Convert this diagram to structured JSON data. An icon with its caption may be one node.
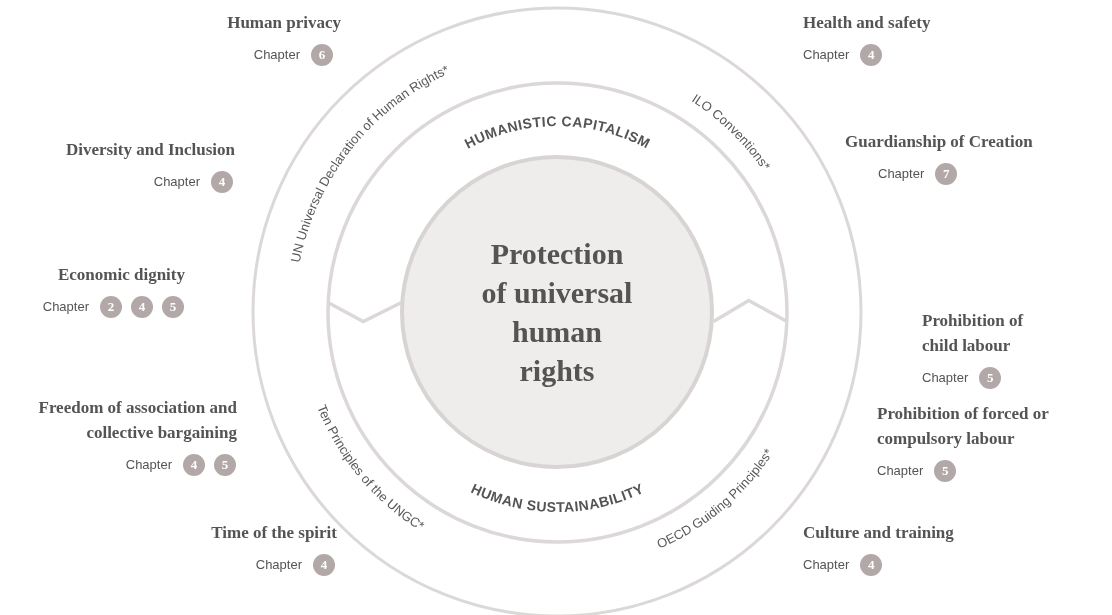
{
  "diagram": {
    "nodes": [
      {
        "text": [
          "UN Universal Declaration of Human Rights*",
          "ILO Conventions*",
          "Ten Principles of the UNGC*",
          "OECD Guiding Principles*"
        ]
      },
      {
        "text": [
          "HUMANISTIC CAPITALISM",
          "HUMAN SUSTAINABILITY"
        ],
        "in": 0
      },
      {
        "text": [
          "Protection of universal human rights"
        ],
        "in": 1
      },
      {
        "text": [
          "Human privacy",
          "Chapter",
          "6"
        ]
      },
      {
        "text": [
          "Health and safety",
          "Chapter",
          "4"
        ]
      },
      {
        "text": [
          "Diversity and Inclusion",
          "Chapter",
          "4"
        ]
      },
      {
        "text": [
          "Guardianship of Creation",
          "Chapter",
          "7"
        ]
      },
      {
        "text": [
          "Economic dignity",
          "Chapter",
          "2",
          "4",
          "5"
        ]
      },
      {
        "text": [
          "Prohibition of child labour",
          "Chapter",
          "5"
        ]
      },
      {
        "text": [
          "Freedom of association and collective bargaining",
          "Chapter",
          "4",
          "5"
        ]
      },
      {
        "text": [
          "Prohibition of forced or compulsory labour",
          "Chapter",
          "5"
        ]
      },
      {
        "text": [
          "Time of the spirit",
          "Chapter",
          "4"
        ]
      },
      {
        "text": [
          "Culture and training",
          "Chapter",
          "4"
        ]
      }
    ]
  }
}
